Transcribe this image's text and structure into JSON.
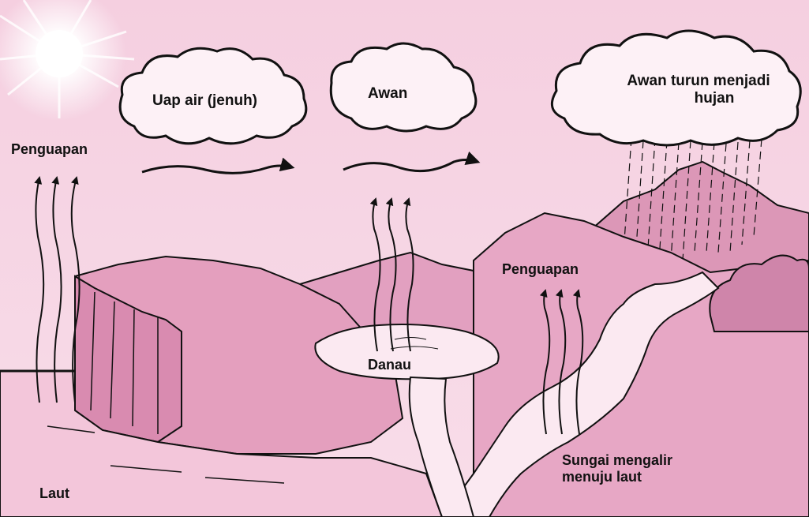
{
  "labels": {
    "uap_air": "Uap air (jenuh)",
    "awan": "Awan",
    "awan_turun_line1": "Awan turun menjadi",
    "awan_turun_line2": "hujan",
    "penguapan_left": "Penguapan",
    "penguapan_right": "Penguapan",
    "danau": "Danau",
    "sungai_line1": "Sungai mengalir",
    "sungai_line2": "menuju laut",
    "laut": "Laut"
  },
  "colors": {
    "background": "#f7d7e7",
    "land": "#e6a3c1",
    "land_dark": "#d98bb0",
    "water": "#fbe9f1",
    "cloud": "#fdf1f6",
    "ink": "#111111"
  }
}
